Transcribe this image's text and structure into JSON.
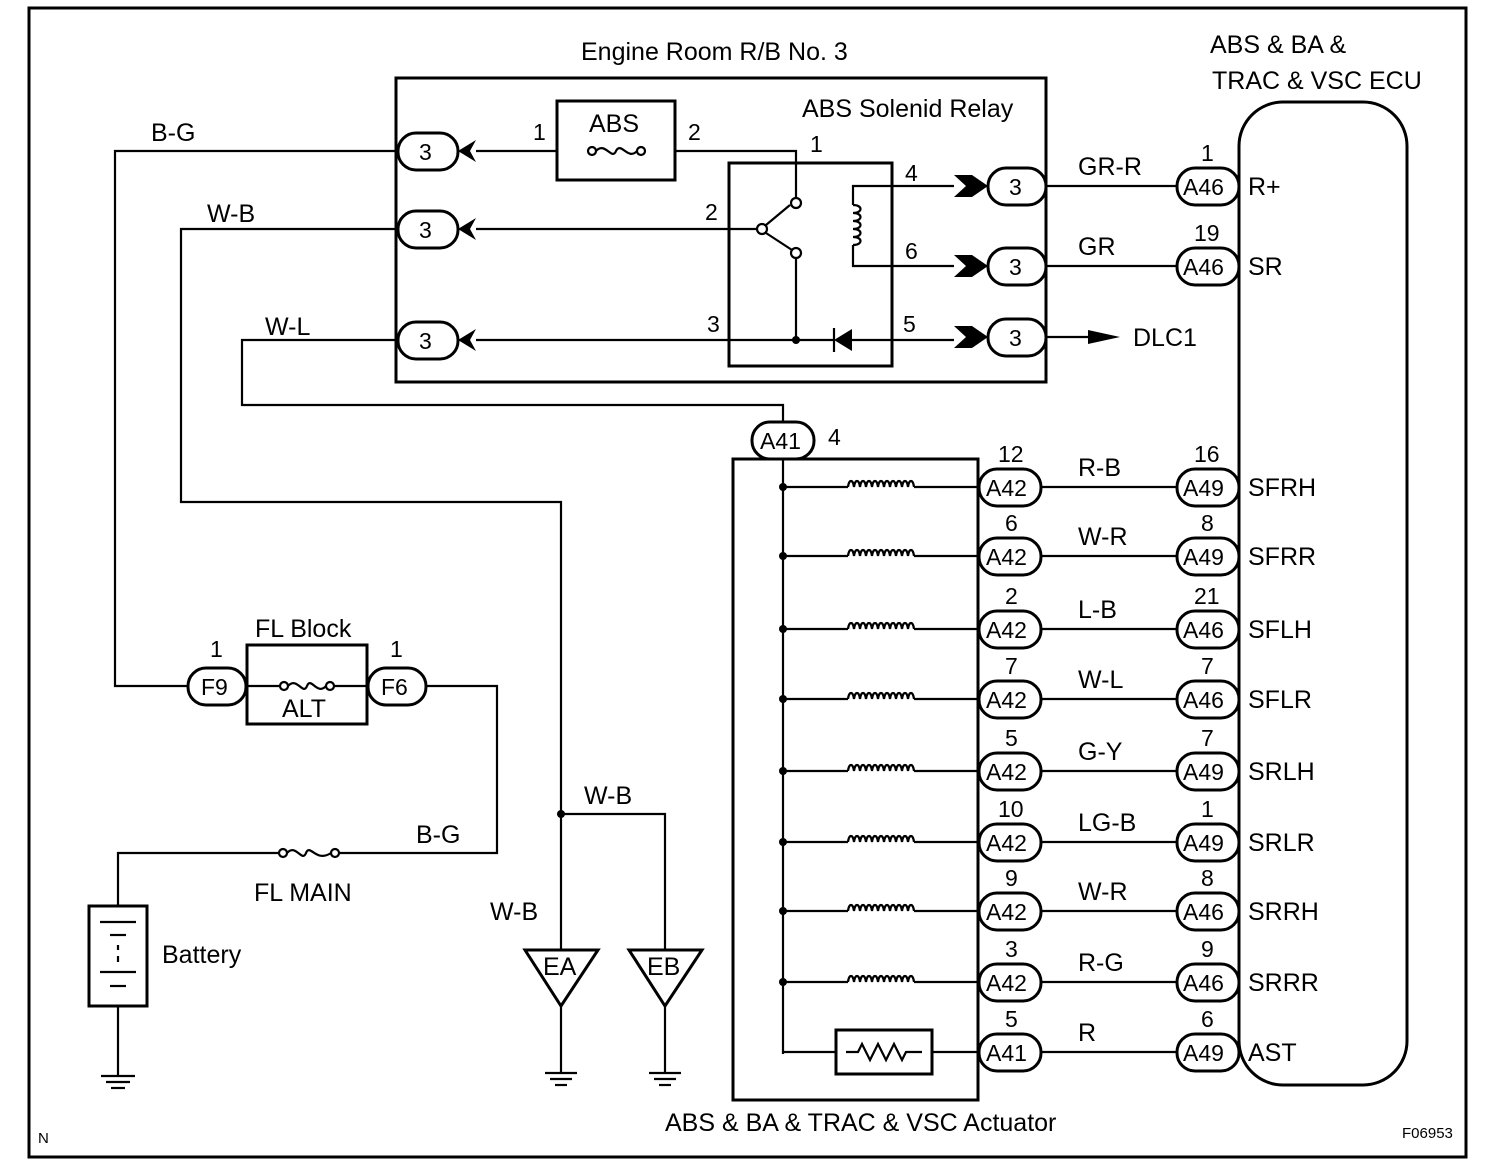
{
  "corner_mark": "N",
  "figure_code": "F06953",
  "relay_block": {
    "title": "Engine Room R/B No. 3",
    "relay_name": "ABS Solenid Relay",
    "fuse_name": "ABS",
    "fuse_pin_left": "1",
    "fuse_pin_right": "2",
    "connector_label": "3",
    "relay_pins": [
      "1",
      "2",
      "3",
      "4",
      "5",
      "6"
    ]
  },
  "ecu": {
    "title_line1": "ABS & BA &",
    "title_line2": "TRAC & VSC ECU",
    "terminals": [
      {
        "pin": "1",
        "connector": "A46",
        "name": "R+",
        "wire": "GR-R"
      },
      {
        "pin": "19",
        "connector": "A46",
        "name": "SR",
        "wire": "GR"
      },
      {
        "pin": "16",
        "connector": "A49",
        "name": "SFRH",
        "wire": "R-B"
      },
      {
        "pin": "8",
        "connector": "A49",
        "name": "SFRR",
        "wire": "W-R"
      },
      {
        "pin": "21",
        "connector": "A46",
        "name": "SFLH",
        "wire": "L-B"
      },
      {
        "pin": "7",
        "connector": "A46",
        "name": "SFLR",
        "wire": "W-L"
      },
      {
        "pin": "7",
        "connector": "A49",
        "name": "SRLH",
        "wire": "G-Y"
      },
      {
        "pin": "1",
        "connector": "A49",
        "name": "SRLR",
        "wire": "LG-B"
      },
      {
        "pin": "8",
        "connector": "A46",
        "name": "SRRH",
        "wire": "W-R"
      },
      {
        "pin": "9",
        "connector": "A46",
        "name": "SRRR",
        "wire": "R-G"
      },
      {
        "pin": "6",
        "connector": "A49",
        "name": "AST",
        "wire": "R"
      }
    ]
  },
  "dlc": "DLC1",
  "actuator": {
    "title": "ABS & BA & TRAC & VSC Actuator",
    "top_connector": "A41",
    "top_pin": "4",
    "rows": [
      {
        "pin": "12",
        "connector": "A42"
      },
      {
        "pin": "6",
        "connector": "A42"
      },
      {
        "pin": "2",
        "connector": "A42"
      },
      {
        "pin": "7",
        "connector": "A42"
      },
      {
        "pin": "5",
        "connector": "A42"
      },
      {
        "pin": "10",
        "connector": "A42"
      },
      {
        "pin": "9",
        "connector": "A42"
      },
      {
        "pin": "3",
        "connector": "A42"
      },
      {
        "pin": "5",
        "connector": "A41"
      }
    ]
  },
  "wires_left": {
    "bg_top": "B-G",
    "wb_top": "W-B",
    "wl_top": "W-L",
    "wb_ground_horizontal": "W-B",
    "wb_ground_vertical": "W-B",
    "bg_battery": "B-G"
  },
  "fl_block": {
    "title": "FL Block",
    "fuse_name": "ALT",
    "left_connector": "F9",
    "left_pin": "1",
    "right_connector": "F6",
    "right_pin": "1"
  },
  "fl_main": "FL MAIN",
  "battery": "Battery",
  "grounds": [
    "EA",
    "EB"
  ]
}
